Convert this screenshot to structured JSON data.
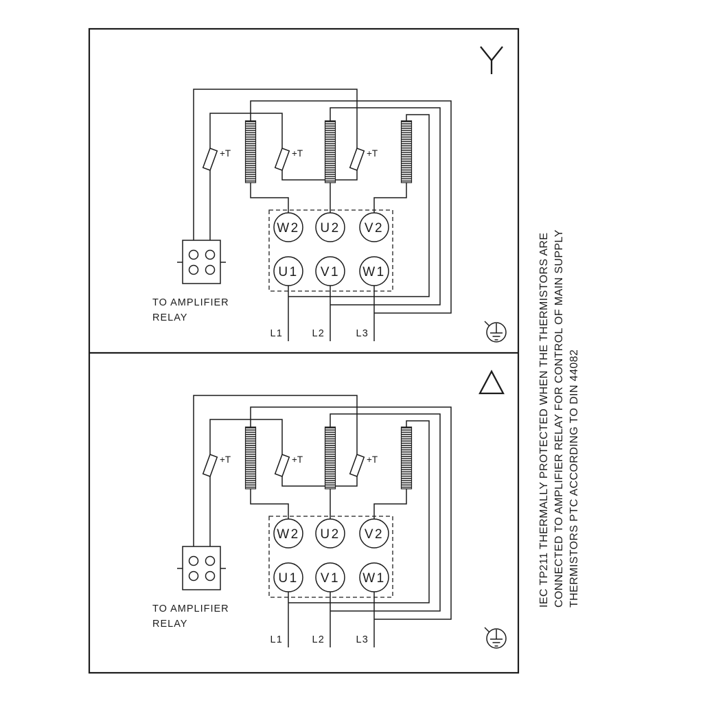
{
  "colors": {
    "line": "#1c1c1c",
    "background": "#ffffff"
  },
  "panels": [
    {
      "connection": "star",
      "connection_icon": "star-icon",
      "terminals_top": [
        "W2",
        "U2",
        "V2"
      ],
      "terminals_bottom": [
        "U1",
        "V1",
        "W1"
      ],
      "thermistor_label": "+T",
      "relay_note": [
        "TO AMPLIFIER",
        "RELAY"
      ],
      "supply_labels": [
        "L1",
        "L2",
        "L3"
      ]
    },
    {
      "connection": "delta",
      "connection_icon": "delta-icon",
      "terminals_top": [
        "W2",
        "U2",
        "V2"
      ],
      "terminals_bottom": [
        "U1",
        "V1",
        "W1"
      ],
      "thermistor_label": "+T",
      "relay_note": [
        "TO AMPLIFIER",
        "RELAY"
      ],
      "supply_labels": [
        "L1",
        "L2",
        "L3"
      ]
    }
  ],
  "side_note": {
    "lines": [
      "IEC TP211 THERMALLY PROTECTED WHEN THE THERMISTORS ARE",
      "CONNECTED TO AMPLIFIER RELAY FOR CONTROL OF MAIN SUPPLY",
      "THERMISTORS PTC ACCORDING TO DIN 44082"
    ]
  }
}
